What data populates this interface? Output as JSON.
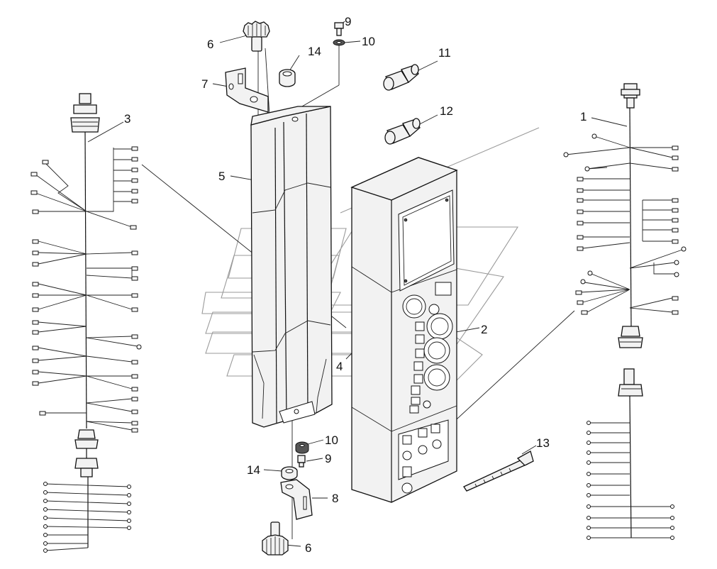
{
  "labels": {
    "p1": "1",
    "p2": "2",
    "p3": "3",
    "p4": "4",
    "p5": "5",
    "p6_top": "6",
    "p6_bottom": "6",
    "p7": "7",
    "p8": "8",
    "p9_top": "9",
    "p9_bottom": "9",
    "p10_top": "10",
    "p10_bottom": "10",
    "p11": "11",
    "p12": "12",
    "p13": "13",
    "p14_top": "14",
    "p14_bottom": "14"
  }
}
